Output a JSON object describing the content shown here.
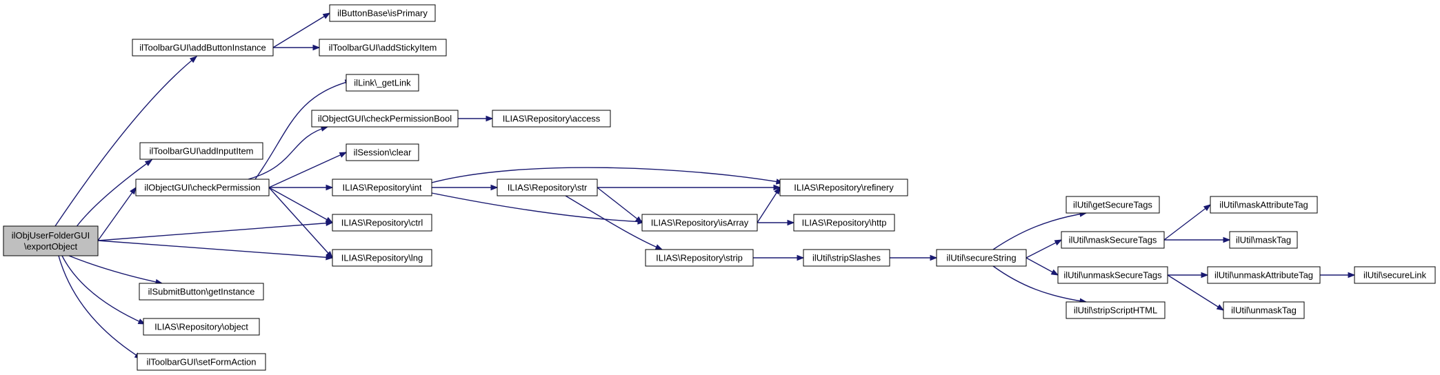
{
  "graph": {
    "nodes": [
      {
        "id": "root",
        "lines": [
          "ilObjUserFolderGUI",
          "\\exportObject"
        ],
        "root": true
      },
      {
        "id": "n1",
        "lines": [
          "ilToolbarGUI\\addButtonInstance"
        ]
      },
      {
        "id": "n2",
        "lines": [
          "ilButtonBase\\isPrimary"
        ]
      },
      {
        "id": "n3",
        "lines": [
          "ilToolbarGUI\\addStickyItem"
        ]
      },
      {
        "id": "n4",
        "lines": [
          "ilToolbarGUI\\addInputItem"
        ]
      },
      {
        "id": "n5",
        "lines": [
          "ilObjectGUI\\checkPermission"
        ]
      },
      {
        "id": "n6",
        "lines": [
          "ilLink\\_getLink"
        ]
      },
      {
        "id": "n7",
        "lines": [
          "ilObjectGUI\\checkPermissionBool"
        ]
      },
      {
        "id": "n8",
        "lines": [
          "ILIAS\\Repository\\access"
        ]
      },
      {
        "id": "n9",
        "lines": [
          "ilSession\\clear"
        ]
      },
      {
        "id": "n10",
        "lines": [
          "ILIAS\\Repository\\int"
        ]
      },
      {
        "id": "n11",
        "lines": [
          "ILIAS\\Repository\\refinery"
        ]
      },
      {
        "id": "n12",
        "lines": [
          "ILIAS\\Repository\\str"
        ]
      },
      {
        "id": "n13",
        "lines": [
          "ILIAS\\Repository\\isArray"
        ]
      },
      {
        "id": "n14",
        "lines": [
          "ILIAS\\Repository\\http"
        ]
      },
      {
        "id": "n15",
        "lines": [
          "ILIAS\\Repository\\strip"
        ]
      },
      {
        "id": "n16",
        "lines": [
          "ilUtil\\stripSlashes"
        ]
      },
      {
        "id": "n17",
        "lines": [
          "ilUtil\\secureString"
        ]
      },
      {
        "id": "n18",
        "lines": [
          "ilUtil\\getSecureTags"
        ]
      },
      {
        "id": "n19",
        "lines": [
          "ilUtil\\maskSecureTags"
        ]
      },
      {
        "id": "n20",
        "lines": [
          "ilUtil\\maskAttributeTag"
        ]
      },
      {
        "id": "n21",
        "lines": [
          "ilUtil\\maskTag"
        ]
      },
      {
        "id": "n22",
        "lines": [
          "ilUtil\\unmaskSecureTags"
        ]
      },
      {
        "id": "n23",
        "lines": [
          "ilUtil\\unmaskAttributeTag"
        ]
      },
      {
        "id": "n24",
        "lines": [
          "ilUtil\\secureLink"
        ]
      },
      {
        "id": "n25",
        "lines": [
          "ilUtil\\unmaskTag"
        ]
      },
      {
        "id": "n26",
        "lines": [
          "ilUtil\\stripScriptHTML"
        ]
      },
      {
        "id": "n27",
        "lines": [
          "ILIAS\\Repository\\ctrl"
        ]
      },
      {
        "id": "n28",
        "lines": [
          "ILIAS\\Repository\\lng"
        ]
      },
      {
        "id": "n29",
        "lines": [
          "ilSubmitButton\\getInstance"
        ]
      },
      {
        "id": "n30",
        "lines": [
          "ILIAS\\Repository\\object"
        ]
      },
      {
        "id": "n31",
        "lines": [
          "ilToolbarGUI\\setFormAction"
        ]
      }
    ],
    "edges": [
      {
        "from": "root",
        "to": "n1"
      },
      {
        "from": "root",
        "to": "n4"
      },
      {
        "from": "root",
        "to": "n5"
      },
      {
        "from": "root",
        "to": "n27"
      },
      {
        "from": "root",
        "to": "n28"
      },
      {
        "from": "root",
        "to": "n29"
      },
      {
        "from": "root",
        "to": "n30"
      },
      {
        "from": "root",
        "to": "n31"
      },
      {
        "from": "n1",
        "to": "n2"
      },
      {
        "from": "n1",
        "to": "n3"
      },
      {
        "from": "n5",
        "to": "n6"
      },
      {
        "from": "n5",
        "to": "n7"
      },
      {
        "from": "n5",
        "to": "n9"
      },
      {
        "from": "n5",
        "to": "n10"
      },
      {
        "from": "n5",
        "to": "n27"
      },
      {
        "from": "n5",
        "to": "n28"
      },
      {
        "from": "n7",
        "to": "n8"
      },
      {
        "from": "n10",
        "to": "n11"
      },
      {
        "from": "n10",
        "to": "n12"
      },
      {
        "from": "n10",
        "to": "n13"
      },
      {
        "from": "n12",
        "to": "n11"
      },
      {
        "from": "n12",
        "to": "n13"
      },
      {
        "from": "n12",
        "to": "n15"
      },
      {
        "from": "n13",
        "to": "n11"
      },
      {
        "from": "n13",
        "to": "n14"
      },
      {
        "from": "n15",
        "to": "n16"
      },
      {
        "from": "n16",
        "to": "n17"
      },
      {
        "from": "n17",
        "to": "n18"
      },
      {
        "from": "n17",
        "to": "n19"
      },
      {
        "from": "n17",
        "to": "n22"
      },
      {
        "from": "n17",
        "to": "n26"
      },
      {
        "from": "n19",
        "to": "n20"
      },
      {
        "from": "n19",
        "to": "n21"
      },
      {
        "from": "n22",
        "to": "n23"
      },
      {
        "from": "n22",
        "to": "n25"
      },
      {
        "from": "n23",
        "to": "n24"
      }
    ],
    "colors": {
      "edge": "#191970",
      "root_fill": "#bfbfbf",
      "node_fill": "#ffffff",
      "border": "#000000"
    }
  }
}
